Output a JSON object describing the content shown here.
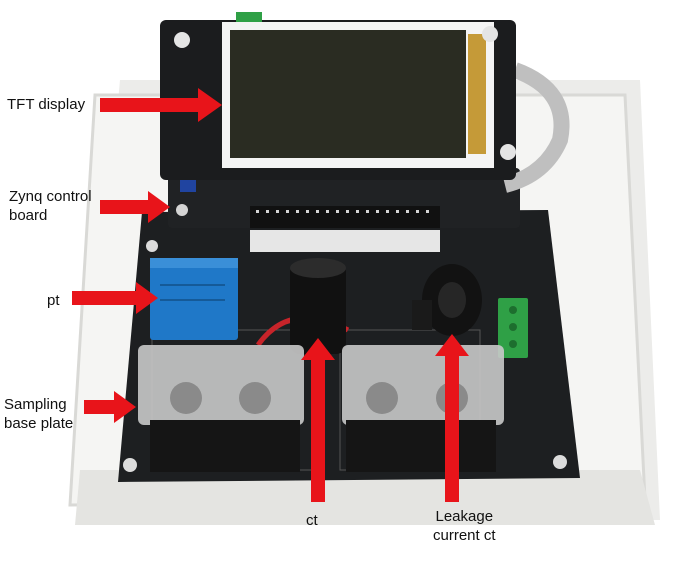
{
  "labels": {
    "tft_display": "TFT display",
    "zynq_board": "Zynq control\nboard",
    "pt": "pt",
    "sampling_plate": "Sampling\nbase plate",
    "ct": "ct",
    "leakage_ct": "Leakage\ncurrent ct"
  },
  "colors": {
    "arrow": "#e8141a",
    "pcb": "#1b1d1f",
    "tray": "#f2f2f0",
    "screen": "#2a2c22",
    "pt_block": "#1f78c8",
    "terminal_green": "#2fa046",
    "wire_red": "#c8242a"
  }
}
